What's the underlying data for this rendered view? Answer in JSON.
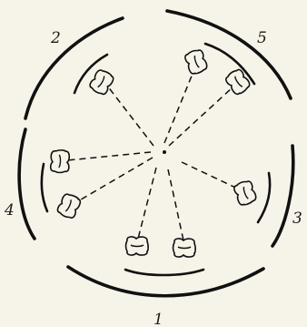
{
  "diagram": {
    "labels": [
      "2",
      "5",
      "4",
      "3",
      "1"
    ]
  }
}
